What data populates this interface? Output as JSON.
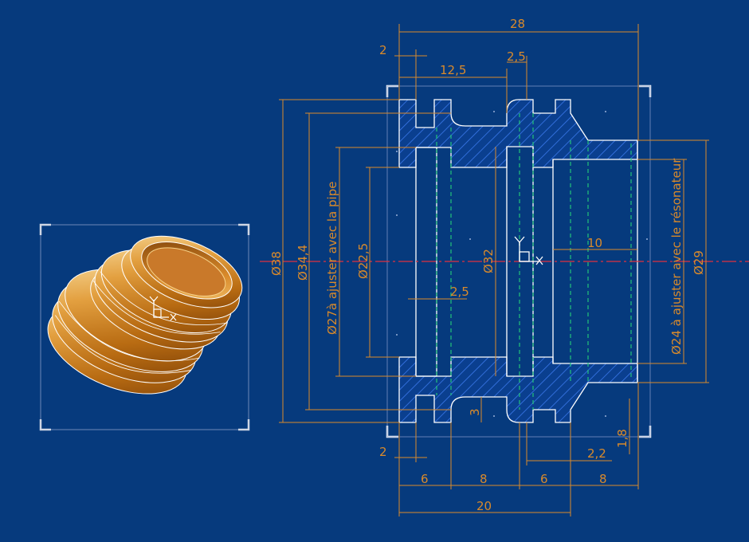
{
  "colors": {
    "background": "#063a7d",
    "dimension": "#d98a2b",
    "outline": "#ffffff",
    "hatch": "#2c6ae0",
    "hidden_line": "#22c27a",
    "centerline": "#e03040",
    "frame": "#c8c8c8"
  },
  "drawing": {
    "dims": {
      "overall_length": "28",
      "left_offset": "2",
      "groove_pos": "12,5",
      "groove_width": "2,5",
      "step_10": "10",
      "radius_2_5": "2,5",
      "depth_3": "3",
      "depth_1_8": "1,8",
      "bottom_left_2": "2",
      "bottom_2_2": "2,2",
      "seg_6a": "6",
      "seg_8a": "8",
      "seg_6b": "6",
      "seg_8b": "8",
      "total_20": "20"
    },
    "diameters": {
      "d38": "Ø38",
      "d34_4": "Ø34,4",
      "d27_note": "Ø27à ajuster avec la pipe",
      "d22_5": "Ø22,5",
      "d32": "Ø32",
      "d24_note": "Ø24 à ajuster avec le résonateur",
      "d29": "Ø29"
    }
  },
  "preview": {
    "icon": "3d-part-preview",
    "axis_labels": {
      "x": "X",
      "y": "Y"
    }
  }
}
